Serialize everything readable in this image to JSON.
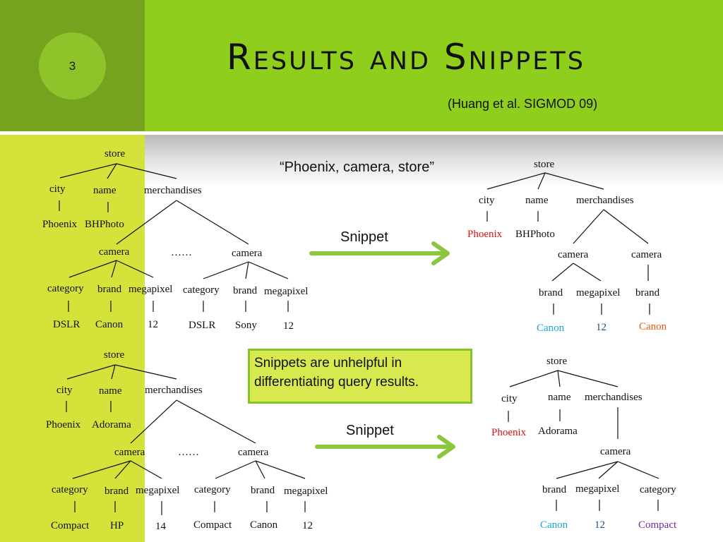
{
  "slide": {
    "number": "3",
    "title": "Results and Snippets",
    "citation": "(Huang et al. SIGMOD 09)",
    "query": "“Phoenix, camera, store”",
    "snippet_label_1": "Snippet",
    "snippet_label_2": "Snippet",
    "callout_line1": "Snippets are unhelpful in",
    "callout_line2": "differentiating query results."
  },
  "tree1": {
    "store": "store",
    "city": "city",
    "name": "name",
    "merchandises": "merchandises",
    "phoenix": "Phoenix",
    "bhphoto": "BHPhoto",
    "camera1": "camera",
    "ellipsis": "……",
    "camera2": "camera",
    "cat1": "category",
    "brand1": "brand",
    "mp1": "megapixel",
    "cat2": "category",
    "brand2": "brand",
    "mp2": "megapixel",
    "dslr1": "DSLR",
    "canon1": "Canon",
    "v12a": "12",
    "dslr2": "DSLR",
    "sony": "Sony",
    "v12b": "12"
  },
  "snippet1": {
    "store": "store",
    "city": "city",
    "name": "name",
    "merchandises": "merchandises",
    "phoenix": "Phoenix",
    "bhphoto": "BHPhoto",
    "camera1": "camera",
    "camera2": "camera",
    "brand1": "brand",
    "mp1": "megapixel",
    "brand2": "brand",
    "canon1": "Canon",
    "v12": "12",
    "canon2": "Canon"
  },
  "tree2": {
    "store": "store",
    "city": "city",
    "name": "name",
    "merchandises": "merchandises",
    "phoenix": "Phoenix",
    "adorama": "Adorama",
    "camera1": "camera",
    "ellipsis": "……",
    "camera2": "camera",
    "cat1": "category",
    "brand1": "brand",
    "mp1": "megapixel",
    "cat2": "category",
    "brand2": "brand",
    "mp2": "megapixel",
    "compact1": "Compact",
    "hp": "HP",
    "v14": "14",
    "compact2": "Compact",
    "canon": "Canon",
    "v12": "12"
  },
  "snippet2": {
    "store": "store",
    "city": "city",
    "name": "name",
    "merchandises": "merchandises",
    "phoenix": "Phoenix",
    "adorama": "Adorama",
    "camera": "camera",
    "brand": "brand",
    "mp": "megapixel",
    "category": "category",
    "canon": "Canon",
    "v12": "12",
    "compact": "Compact"
  },
  "colors": {
    "header_green": "#8fce1c",
    "header_dark_green": "#76a31e",
    "sidebar_lime": "#d5e23a",
    "arrow_green": "#8cc63f",
    "keyword_red": "#dd1111",
    "canon_blue": "#1aa6d8",
    "value_navy": "#1f4e89",
    "canon_orange": "#e8590c",
    "compact_purple": "#7a2a9e"
  }
}
